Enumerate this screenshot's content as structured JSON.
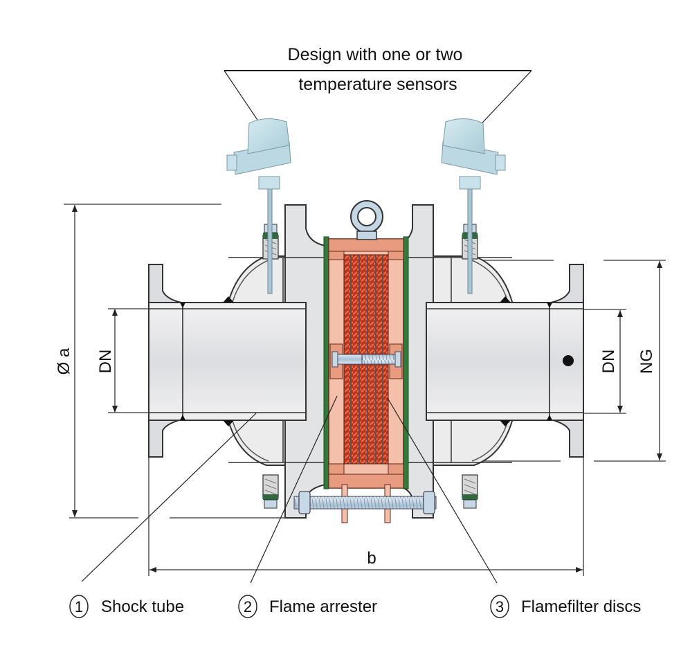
{
  "title": {
    "line1": "Design with one or two",
    "line2": "temperature sensors"
  },
  "dimensions": {
    "outer_diameter": "Ø a",
    "nominal_diameter_left": "DN",
    "nominal_diameter_right": "DN",
    "nominal_size": "NG",
    "overall_length": "b"
  },
  "legend": [
    {
      "number": "1",
      "label": "Shock tube"
    },
    {
      "number": "2",
      "label": "Flame arrester"
    },
    {
      "number": "3",
      "label": "Flamefilter discs"
    }
  ],
  "colors": {
    "steel": "#e4e5e7",
    "steel_dark": "#d0d2d5",
    "sensor_blue": "#b9d8e2",
    "arrester_copper": "#e99b7f",
    "arrester_light": "#f4c0ab",
    "filter_red": "#d84a2a",
    "gasket_green": "#2e7d3a",
    "bolt_blue": "#b8cfe0"
  }
}
